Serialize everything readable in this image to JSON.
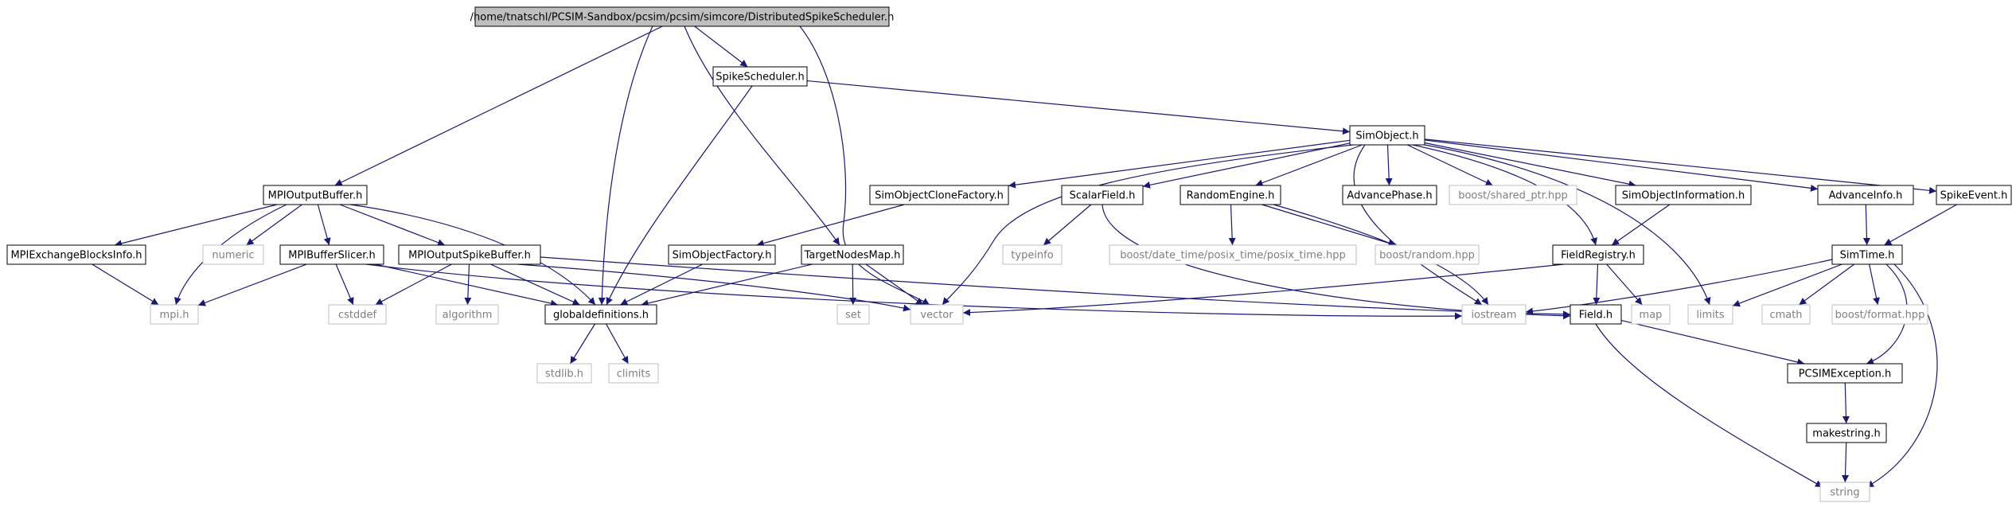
{
  "diagram": {
    "colors": {
      "edge": "#191970",
      "root_fill": "#bfbfbf",
      "node_border": "#000000",
      "external_border": "#bfbfbf",
      "external_text": "#7f7f7f"
    },
    "nodes": [
      {
        "id": "root",
        "label": "/home/tnatschl/PCSIM-Sandbox/pcsim/pcsim/simcore/DistributedSpikeScheduler.h",
        "kind": "root"
      },
      {
        "id": "spikescheduler",
        "label": "SpikeScheduler.h",
        "kind": "local"
      },
      {
        "id": "simobject",
        "label": "SimObject.h",
        "kind": "local"
      },
      {
        "id": "mpioutputbuffer",
        "label": "MPIOutputBuffer.h",
        "kind": "local"
      },
      {
        "id": "simobjectclonefactory",
        "label": "SimObjectCloneFactory.h",
        "kind": "local"
      },
      {
        "id": "scalarfield",
        "label": "ScalarField.h",
        "kind": "local"
      },
      {
        "id": "randomengine",
        "label": "RandomEngine.h",
        "kind": "local"
      },
      {
        "id": "advancephase",
        "label": "AdvancePhase.h",
        "kind": "local"
      },
      {
        "id": "sharedptr",
        "label": "boost/shared_ptr.hpp",
        "kind": "external"
      },
      {
        "id": "simobjectinformation",
        "label": "SimObjectInformation.h",
        "kind": "local"
      },
      {
        "id": "advanceinfo",
        "label": "AdvanceInfo.h",
        "kind": "local"
      },
      {
        "id": "spikeevent",
        "label": "SpikeEvent.h",
        "kind": "local"
      },
      {
        "id": "mpiexchange",
        "label": "MPIExchangeBlocksInfo.h",
        "kind": "local"
      },
      {
        "id": "numeric",
        "label": "numeric",
        "kind": "external"
      },
      {
        "id": "mpibufferslicer",
        "label": "MPIBufferSlicer.h",
        "kind": "local"
      },
      {
        "id": "mpioutputspikebuffer",
        "label": "MPIOutputSpikeBuffer.h",
        "kind": "local"
      },
      {
        "id": "simobjectfactory",
        "label": "SimObjectFactory.h",
        "kind": "local"
      },
      {
        "id": "targetnodesmap",
        "label": "TargetNodesMap.h",
        "kind": "local"
      },
      {
        "id": "typeinfo",
        "label": "typeinfo",
        "kind": "external"
      },
      {
        "id": "posixtime",
        "label": "boost/date_time/posix_time/posix_time.hpp",
        "kind": "external"
      },
      {
        "id": "boostrandom",
        "label": "boost/random.hpp",
        "kind": "external"
      },
      {
        "id": "fieldregistry",
        "label": "FieldRegistry.h",
        "kind": "local"
      },
      {
        "id": "simtime",
        "label": "SimTime.h",
        "kind": "local"
      },
      {
        "id": "mpih",
        "label": "mpi.h",
        "kind": "external"
      },
      {
        "id": "cstddef",
        "label": "cstddef",
        "kind": "external"
      },
      {
        "id": "algorithm",
        "label": "algorithm",
        "kind": "external"
      },
      {
        "id": "globaldefinitions",
        "label": "globaldefinitions.h",
        "kind": "local"
      },
      {
        "id": "set",
        "label": "set",
        "kind": "external"
      },
      {
        "id": "vector",
        "label": "vector",
        "kind": "external"
      },
      {
        "id": "iostream",
        "label": "iostream",
        "kind": "external"
      },
      {
        "id": "fieldh",
        "label": "Field.h",
        "kind": "local"
      },
      {
        "id": "map",
        "label": "map",
        "kind": "external"
      },
      {
        "id": "limits",
        "label": "limits",
        "kind": "external"
      },
      {
        "id": "cmath",
        "label": "cmath",
        "kind": "external"
      },
      {
        "id": "boostformat",
        "label": "boost/format.hpp",
        "kind": "external"
      },
      {
        "id": "stdlib",
        "label": "stdlib.h",
        "kind": "external"
      },
      {
        "id": "climits",
        "label": "climits",
        "kind": "external"
      },
      {
        "id": "pcsimexception",
        "label": "PCSIMException.h",
        "kind": "local"
      },
      {
        "id": "makestring",
        "label": "makestring.h",
        "kind": "local"
      },
      {
        "id": "string",
        "label": "string",
        "kind": "external"
      }
    ],
    "edges": [
      {
        "from": "root",
        "to": "spikescheduler"
      },
      {
        "from": "root",
        "to": "mpioutputbuffer"
      },
      {
        "from": "root",
        "to": "globaldefinitions"
      },
      {
        "from": "root",
        "to": "targetnodesmap"
      },
      {
        "from": "root",
        "to": "vector"
      },
      {
        "from": "spikescheduler",
        "to": "simobject"
      },
      {
        "from": "spikescheduler",
        "to": "globaldefinitions"
      },
      {
        "from": "simobject",
        "to": "simobjectclonefactory"
      },
      {
        "from": "simobject",
        "to": "scalarfield"
      },
      {
        "from": "simobject",
        "to": "randomengine"
      },
      {
        "from": "simobject",
        "to": "advancephase"
      },
      {
        "from": "simobject",
        "to": "sharedptr"
      },
      {
        "from": "simobject",
        "to": "simobjectinformation"
      },
      {
        "from": "simobject",
        "to": "advanceinfo"
      },
      {
        "from": "simobject",
        "to": "spikeevent"
      },
      {
        "from": "simobject",
        "to": "fieldregistry"
      },
      {
        "from": "simobject",
        "to": "vector"
      },
      {
        "from": "simobject",
        "to": "iostream"
      },
      {
        "from": "simobject",
        "to": "limits"
      },
      {
        "from": "mpioutputbuffer",
        "to": "mpiexchange"
      },
      {
        "from": "mpioutputbuffer",
        "to": "numeric"
      },
      {
        "from": "mpioutputbuffer",
        "to": "mpibufferslicer"
      },
      {
        "from": "mpioutputbuffer",
        "to": "mpioutputspikebuffer"
      },
      {
        "from": "mpioutputbuffer",
        "to": "mpih"
      },
      {
        "from": "mpioutputbuffer",
        "to": "globaldefinitions"
      },
      {
        "from": "mpiexchange",
        "to": "mpih"
      },
      {
        "from": "mpibufferslicer",
        "to": "mpih"
      },
      {
        "from": "mpibufferslicer",
        "to": "cstddef"
      },
      {
        "from": "mpibufferslicer",
        "to": "globaldefinitions"
      },
      {
        "from": "mpibufferslicer",
        "to": "iostream"
      },
      {
        "from": "mpioutputspikebuffer",
        "to": "cstddef"
      },
      {
        "from": "mpioutputspikebuffer",
        "to": "algorithm"
      },
      {
        "from": "mpioutputspikebuffer",
        "to": "globaldefinitions"
      },
      {
        "from": "mpioutputspikebuffer",
        "to": "vector"
      },
      {
        "from": "mpioutputspikebuffer",
        "to": "fieldh"
      },
      {
        "from": "simobjectclonefactory",
        "to": "simobjectfactory"
      },
      {
        "from": "simobjectfactory",
        "to": "globaldefinitions"
      },
      {
        "from": "targetnodesmap",
        "to": "globaldefinitions"
      },
      {
        "from": "targetnodesmap",
        "to": "set"
      },
      {
        "from": "targetnodesmap",
        "to": "vector"
      },
      {
        "from": "scalarfield",
        "to": "typeinfo"
      },
      {
        "from": "scalarfield",
        "to": "fieldh"
      },
      {
        "from": "randomengine",
        "to": "posixtime"
      },
      {
        "from": "randomengine",
        "to": "boostrandom"
      },
      {
        "from": "randomengine",
        "to": "iostream"
      },
      {
        "from": "simobjectinformation",
        "to": "fieldregistry"
      },
      {
        "from": "fieldregistry",
        "to": "vector"
      },
      {
        "from": "fieldregistry",
        "to": "fieldh"
      },
      {
        "from": "fieldregistry",
        "to": "map"
      },
      {
        "from": "advanceinfo",
        "to": "simtime"
      },
      {
        "from": "spikeevent",
        "to": "simtime"
      },
      {
        "from": "simtime",
        "to": "iostream"
      },
      {
        "from": "simtime",
        "to": "limits"
      },
      {
        "from": "simtime",
        "to": "cmath"
      },
      {
        "from": "simtime",
        "to": "boostformat"
      },
      {
        "from": "simtime",
        "to": "pcsimexception"
      },
      {
        "from": "simtime",
        "to": "string"
      },
      {
        "from": "globaldefinitions",
        "to": "stdlib"
      },
      {
        "from": "globaldefinitions",
        "to": "climits"
      },
      {
        "from": "fieldh",
        "to": "pcsimexception"
      },
      {
        "from": "fieldh",
        "to": "string"
      },
      {
        "from": "pcsimexception",
        "to": "makestring"
      },
      {
        "from": "makestring",
        "to": "string"
      }
    ]
  }
}
